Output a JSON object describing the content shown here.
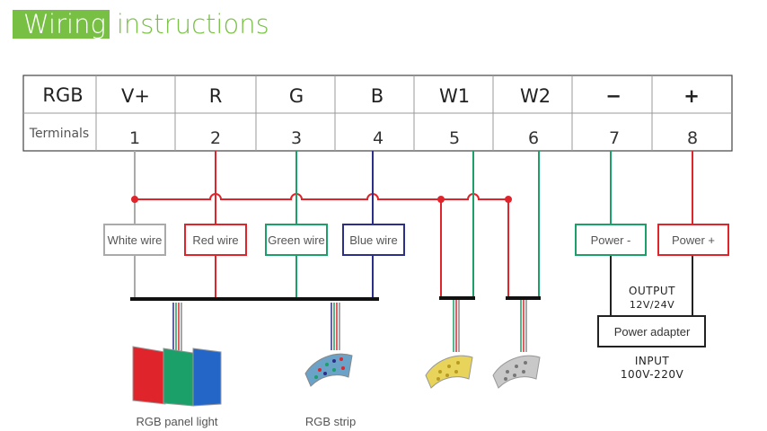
{
  "title": {
    "highlight": "Wiring",
    "rest": "instructions"
  },
  "table": {
    "header_label": "RGB",
    "terminals_label": "Terminals",
    "columns": [
      {
        "name": "V+",
        "terminal": "1"
      },
      {
        "name": "R",
        "terminal": "2"
      },
      {
        "name": "G",
        "terminal": "3"
      },
      {
        "name": "B",
        "terminal": "4"
      },
      {
        "name": "W1",
        "terminal": "5"
      },
      {
        "name": "W2",
        "terminal": "6"
      },
      {
        "name": "−",
        "terminal": "7"
      },
      {
        "name": "+",
        "terminal": "8"
      }
    ]
  },
  "wires": {
    "white": "White wire",
    "red": "Red wire",
    "green": "Green wire",
    "blue": "Blue  wire",
    "power_neg": "Power -",
    "power_pos": "Power +"
  },
  "power": {
    "output_label": "OUTPUT",
    "output_voltage": "12V/24V",
    "adapter": "Power adapter",
    "input_label": "INPUT",
    "input_voltage": "100V-220V"
  },
  "captions": {
    "panel": "RGB panel light",
    "strip": "RGB strip"
  },
  "colors": {
    "title_green": "#77c043",
    "red": "#e0242b",
    "green": "#1aa068",
    "blue": "#2b2f8a",
    "gray": "#aaaaaa",
    "dark": "#222222"
  }
}
